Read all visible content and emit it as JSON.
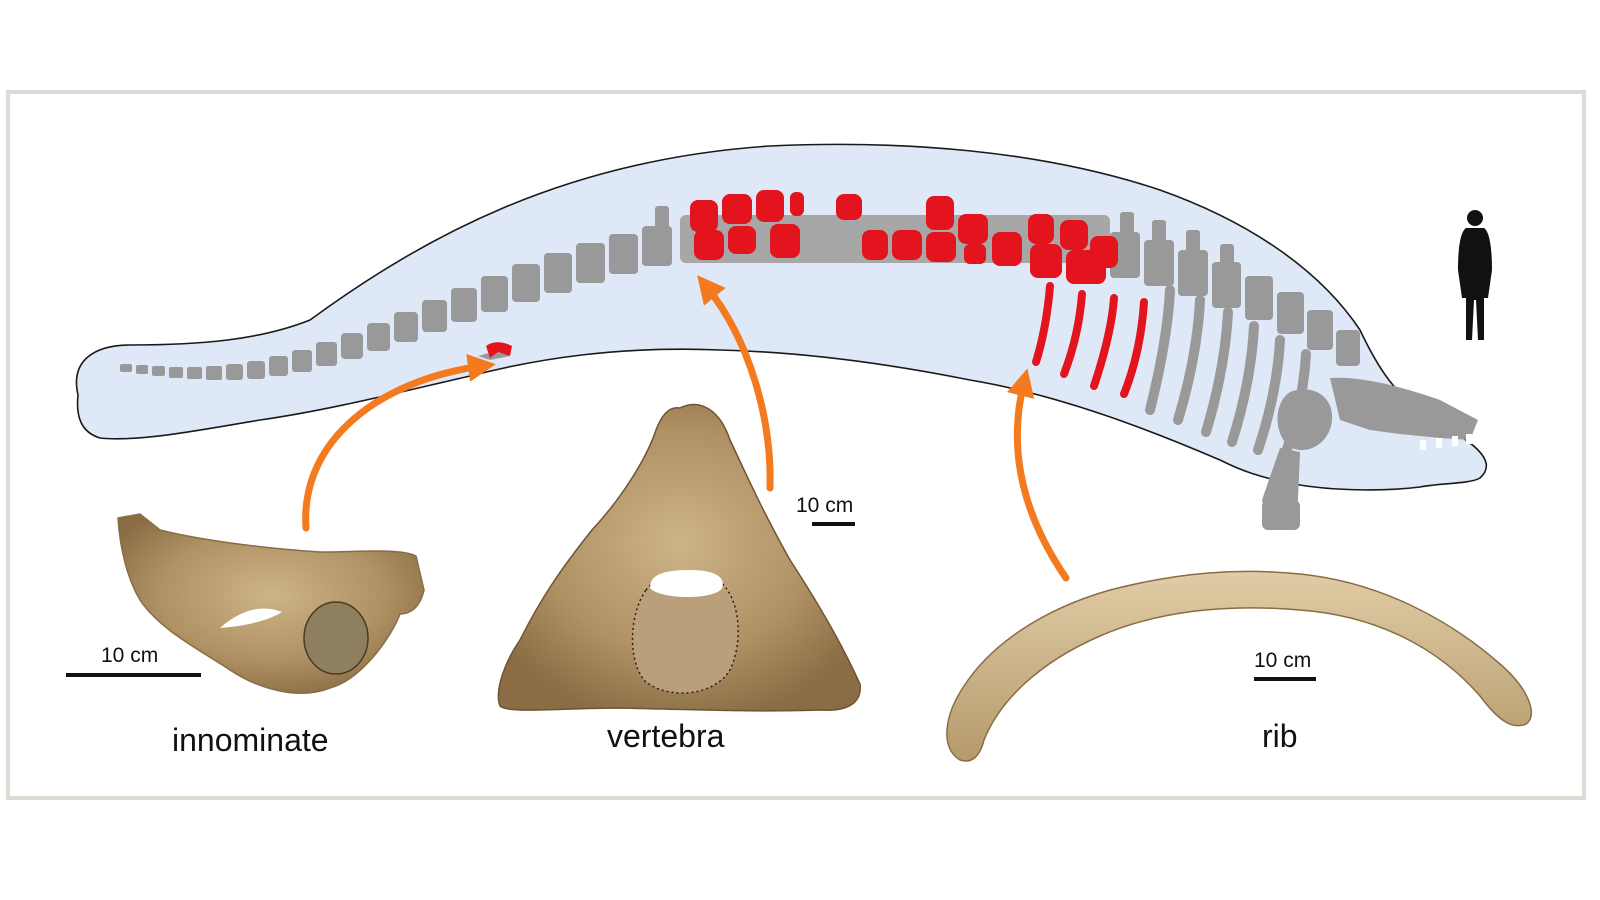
{
  "labels": {
    "innominate": "innominate",
    "vertebra": "vertebra",
    "rib": "rib"
  },
  "scale_bars": {
    "innominate": "10 cm",
    "vertebra": "10 cm",
    "rib": "10 cm"
  },
  "colors": {
    "body_fill": "#dfe8f7",
    "skeleton": "#999999",
    "highlight_bones": "#e3141d",
    "arrow": "#f47a1f",
    "fossil_bone": "#b59a6d",
    "frame": "#dcdcd4"
  },
  "icons": {
    "human_scale": "human-silhouette-icon"
  }
}
